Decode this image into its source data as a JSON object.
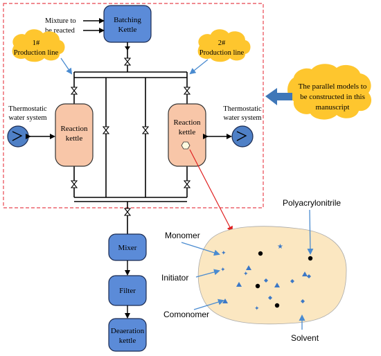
{
  "labels": {
    "batching_kettle": [
      "Batching",
      "Kettle"
    ],
    "mixture_to_be_reacted": [
      "Mixture to",
      "be reacted"
    ],
    "production_line_1": [
      "1#",
      "Production line"
    ],
    "production_line_2": [
      "2#",
      "Production line"
    ],
    "thermostatic_left": [
      "Thermostatic",
      "water system"
    ],
    "thermostatic_right": [
      "Thermostatic",
      "water system"
    ],
    "reaction_kettle_left": [
      "Reaction",
      "kettle"
    ],
    "reaction_kettle_right": [
      "Reaction",
      "kettle"
    ],
    "parallel_models": [
      "The parallel models to",
      "be constructed in this",
      "manuscript"
    ],
    "mixer": "Mixer",
    "filter": "Filter",
    "deaeration_kettle": [
      "Deaeration",
      "kettle"
    ],
    "polyacrylonitrile": "Polyacrylonitrile",
    "monomer": "Monomer",
    "initiator": "Initiator",
    "comonomer": "Comonomer",
    "solvent": "Solvent"
  },
  "colors": {
    "vessel_blue": "#5b8bd8",
    "reaction_kettle_fill": "#f8c6a8",
    "cloud_fill": "#fec62e",
    "arrow_blue": "#4a8bd0",
    "solvent_fill": "#fbe7c1",
    "dashed_border": "#e8454f",
    "red_arrow": "#e02020",
    "heat_exchanger_fill": "#4f80c6"
  }
}
